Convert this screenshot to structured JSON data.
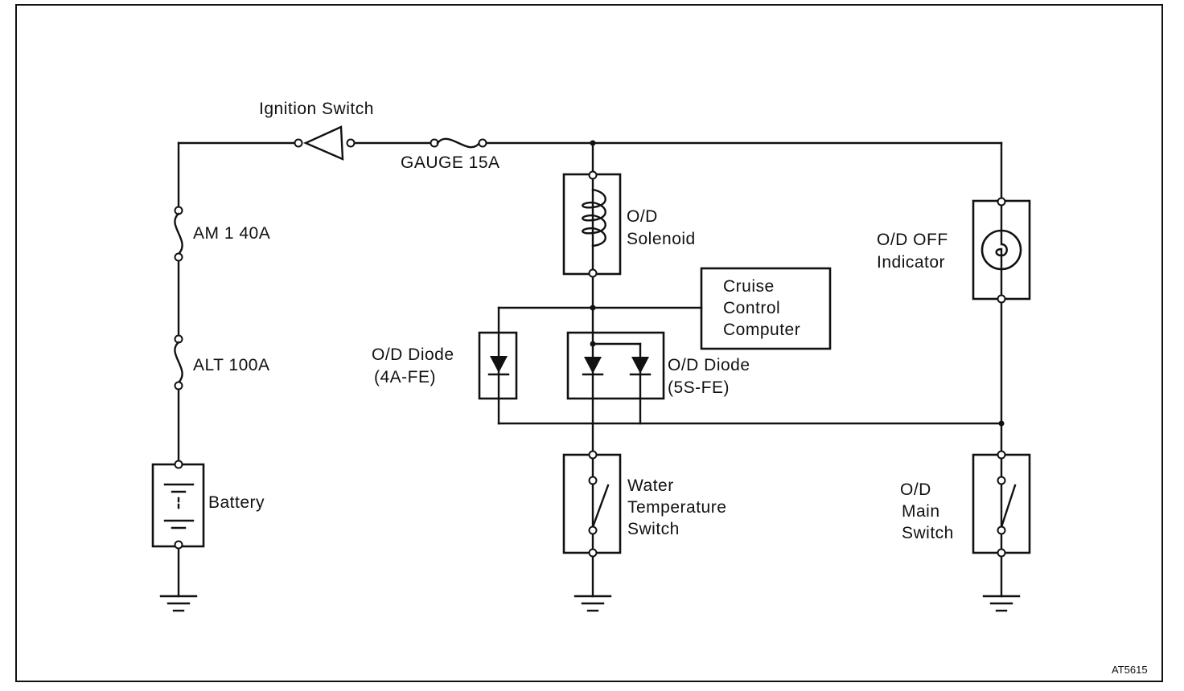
{
  "labels": {
    "ignition_switch": "Ignition Switch",
    "gauge_fuse": "GAUGE 15A",
    "am1_fuse": "AM 1 40A",
    "alt_fuse": "ALT 100A",
    "battery": "Battery",
    "od_solenoid_l1": "O/D",
    "od_solenoid_l2": "Solenoid",
    "cruise_l1": "Cruise",
    "cruise_l2": "Control",
    "cruise_l3": "Computer",
    "od_off_l1": "O/D OFF",
    "od_off_l2": "Indicator",
    "diode_4a_l1": "O/D Diode",
    "diode_4a_l2": "(4A-FE)",
    "diode_5s_l1": "O/D Diode",
    "diode_5s_l2": "(5S-FE)",
    "water_l1": "Water",
    "water_l2": "Temperature",
    "water_l3": "Switch",
    "main_l1": "O/D",
    "main_l2": "Main",
    "main_l3": "Switch",
    "figure_code": "AT5615"
  }
}
